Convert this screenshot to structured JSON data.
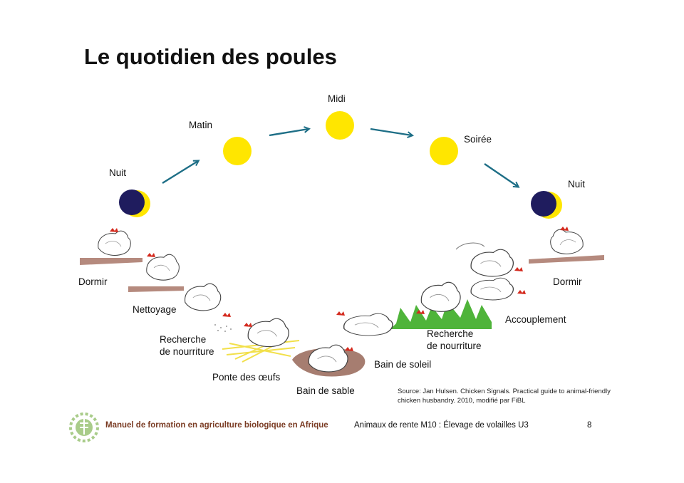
{
  "title": "Le quotidien des poules",
  "time_labels": {
    "night_left": "Nuit",
    "morning": "Matin",
    "noon": "Midi",
    "evening": "Soirée",
    "night_right": "Nuit"
  },
  "activities": {
    "sleep_left": "Dormir",
    "grooming": "Nettoyage",
    "foraging_left_1": "Recherche",
    "foraging_left_2": "de nourriture",
    "laying": "Ponte des œufs",
    "dust_bath": "Bain de sable",
    "sun_bath": "Bain de soleil",
    "foraging_right_1": "Recherche",
    "foraging_right_2": "de nourriture",
    "mating": "Accouplement",
    "sleep_right": "Dormir"
  },
  "source_1": "Source: Jan Hulsen. Chicken Signals. Practical guide to animal-friendly",
  "source_2": "chicken husbandry. 2010, modifié par FiBL",
  "footer": {
    "manual": "Manuel de formation en agriculture biologique en Afrique",
    "module": "Animaux de rente M10 : Élevage de volailles U3",
    "page": "8"
  },
  "colors": {
    "sun": "#FFE600",
    "moon": "#1f1c5e",
    "arrow": "#1d6e86",
    "perch": "#b58a7e",
    "straw": "#f2e04a",
    "grass": "#4fb43a",
    "sand": "#a67d70",
    "comb": "#d42a1e",
    "footer_text": "#7a3b23",
    "logo": "#a9cc8a"
  }
}
